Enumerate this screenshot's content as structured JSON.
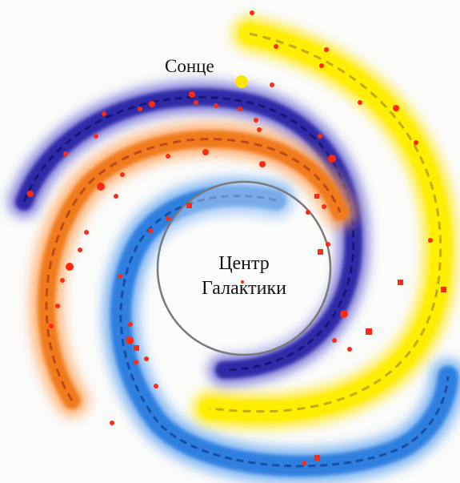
{
  "labels": {
    "sun": "Сонце",
    "center_line1": "Центр",
    "center_line2": "Галактики"
  },
  "colors": {
    "background": "#fbfbfa",
    "arm_blue_dark": "#2d2aa8",
    "arm_orange": "#f07a1e",
    "arm_yellow": "#ffe800",
    "arm_blue_light": "#2f7fe0",
    "sun": "#ffe600",
    "objects": "#ff2a10",
    "center_circle": "#7a7a7a"
  },
  "legend_icons": [
    "sun-icon",
    "galactic-center-icon"
  ]
}
